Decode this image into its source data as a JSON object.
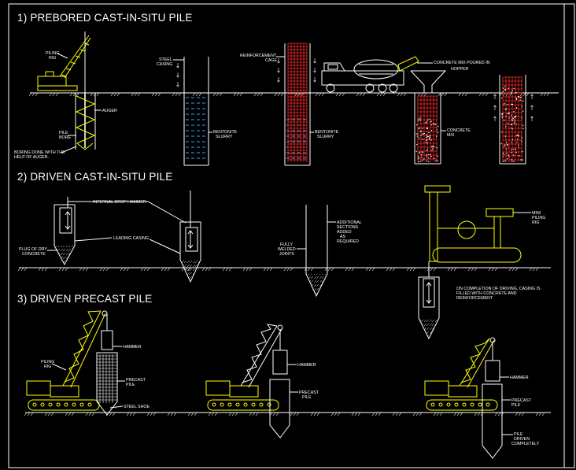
{
  "sections": {
    "s1": "1) PREBORED CAST-IN-SITU PILE",
    "s2": "2) DRIVEN CAST-IN-SITU PILE",
    "s3": "3) DRIVEN PRECAST PILE"
  },
  "labels": {
    "piling_rig_1": [
      "PILING",
      "RIG"
    ],
    "auger": "AUGER",
    "pile_bore": [
      "PILE",
      "BORE"
    ],
    "boring_note": [
      "BORING DONE WITH THE",
      "HELP OF AUGER."
    ],
    "steel_casing": [
      "STEEL",
      "CASING"
    ],
    "bentonite_1": [
      "BENTONITE",
      "SLURRY"
    ],
    "reinforcement_cage": [
      "REINFORCEMENT",
      "CAGE"
    ],
    "bentonite_2": [
      "BENTONITE",
      "SLURRY"
    ],
    "concrete_mix_poured": [
      "CONCRETE MIX POURED IN",
      "HOPPER"
    ],
    "concrete_mix": [
      "CONCRETE",
      "MIX"
    ],
    "internal_drop_hammer": "INTERNAL DROP HAMMER",
    "plug_of_dry_concrete": [
      "PLUG OF DRY",
      "CONCRETE"
    ],
    "leading_casing": "LEADING CASING",
    "additional_sections": [
      "ADDITIONAL",
      "SECTIONS",
      "ADDED",
      "AS",
      "REQUIRED"
    ],
    "fully_welded": [
      "FULLY",
      "WELDED",
      "JOINTS"
    ],
    "mini_piling_rig": [
      "MINI",
      "PILING",
      "RIG"
    ],
    "completion_note": [
      "ON COMPLETION OF DRIVING, CASING IS",
      "FILLED WITH CONCRETE AND",
      "REINFORCEMENT"
    ],
    "piling_rig_3": [
      "PILING",
      "RIG"
    ],
    "hammer_a": "HAMMER",
    "precast_pile_a": [
      "PRECAST",
      "PILE"
    ],
    "steel_shoe": "STEEL SHOE",
    "hammer_b": "HAMMER",
    "precast_pile_b": [
      "PRECAST",
      "PILE"
    ],
    "hammer_c": "HAMMER",
    "precast_pile_c": [
      "PRECAST",
      "PILE"
    ],
    "pile_driven": [
      "PILE",
      "DRIVEN",
      "COMPLETELY"
    ]
  },
  "colors": {
    "background": "#000000",
    "line": "#ffffff",
    "rig": "#ffff00",
    "reinforcement": "#ff2a2a",
    "slurry": "#2aa7ff"
  }
}
